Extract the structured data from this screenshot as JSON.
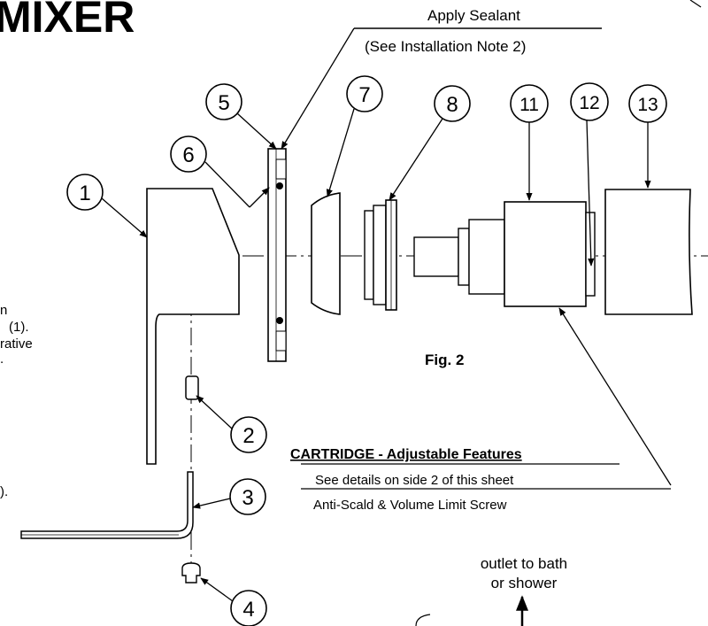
{
  "title": "MIXER",
  "sealant_note": {
    "line1": "Apply Sealant",
    "line2": "(See Installation Note 2)"
  },
  "figure_label": "Fig. 2",
  "cartridge_box": {
    "heading": "CARTRIDGE - Adjustable Features",
    "line1": "See details on side 2 of this sheet",
    "line2": "Anti-Scald & Volume Limit Screw"
  },
  "outlet_note": {
    "line1": "outlet to bath",
    "line2": "or shower"
  },
  "left_fragments": {
    "l1": "n",
    "l2": "(1).",
    "l3": "rative",
    "l4": ".",
    "l5": ")."
  },
  "callouts": {
    "c1": "1",
    "c2": "2",
    "c3": "3",
    "c4": "4",
    "c5": "5",
    "c6": "6",
    "c7": "7",
    "c8": "8",
    "c11": "11",
    "c12": "12",
    "c13": "13"
  }
}
